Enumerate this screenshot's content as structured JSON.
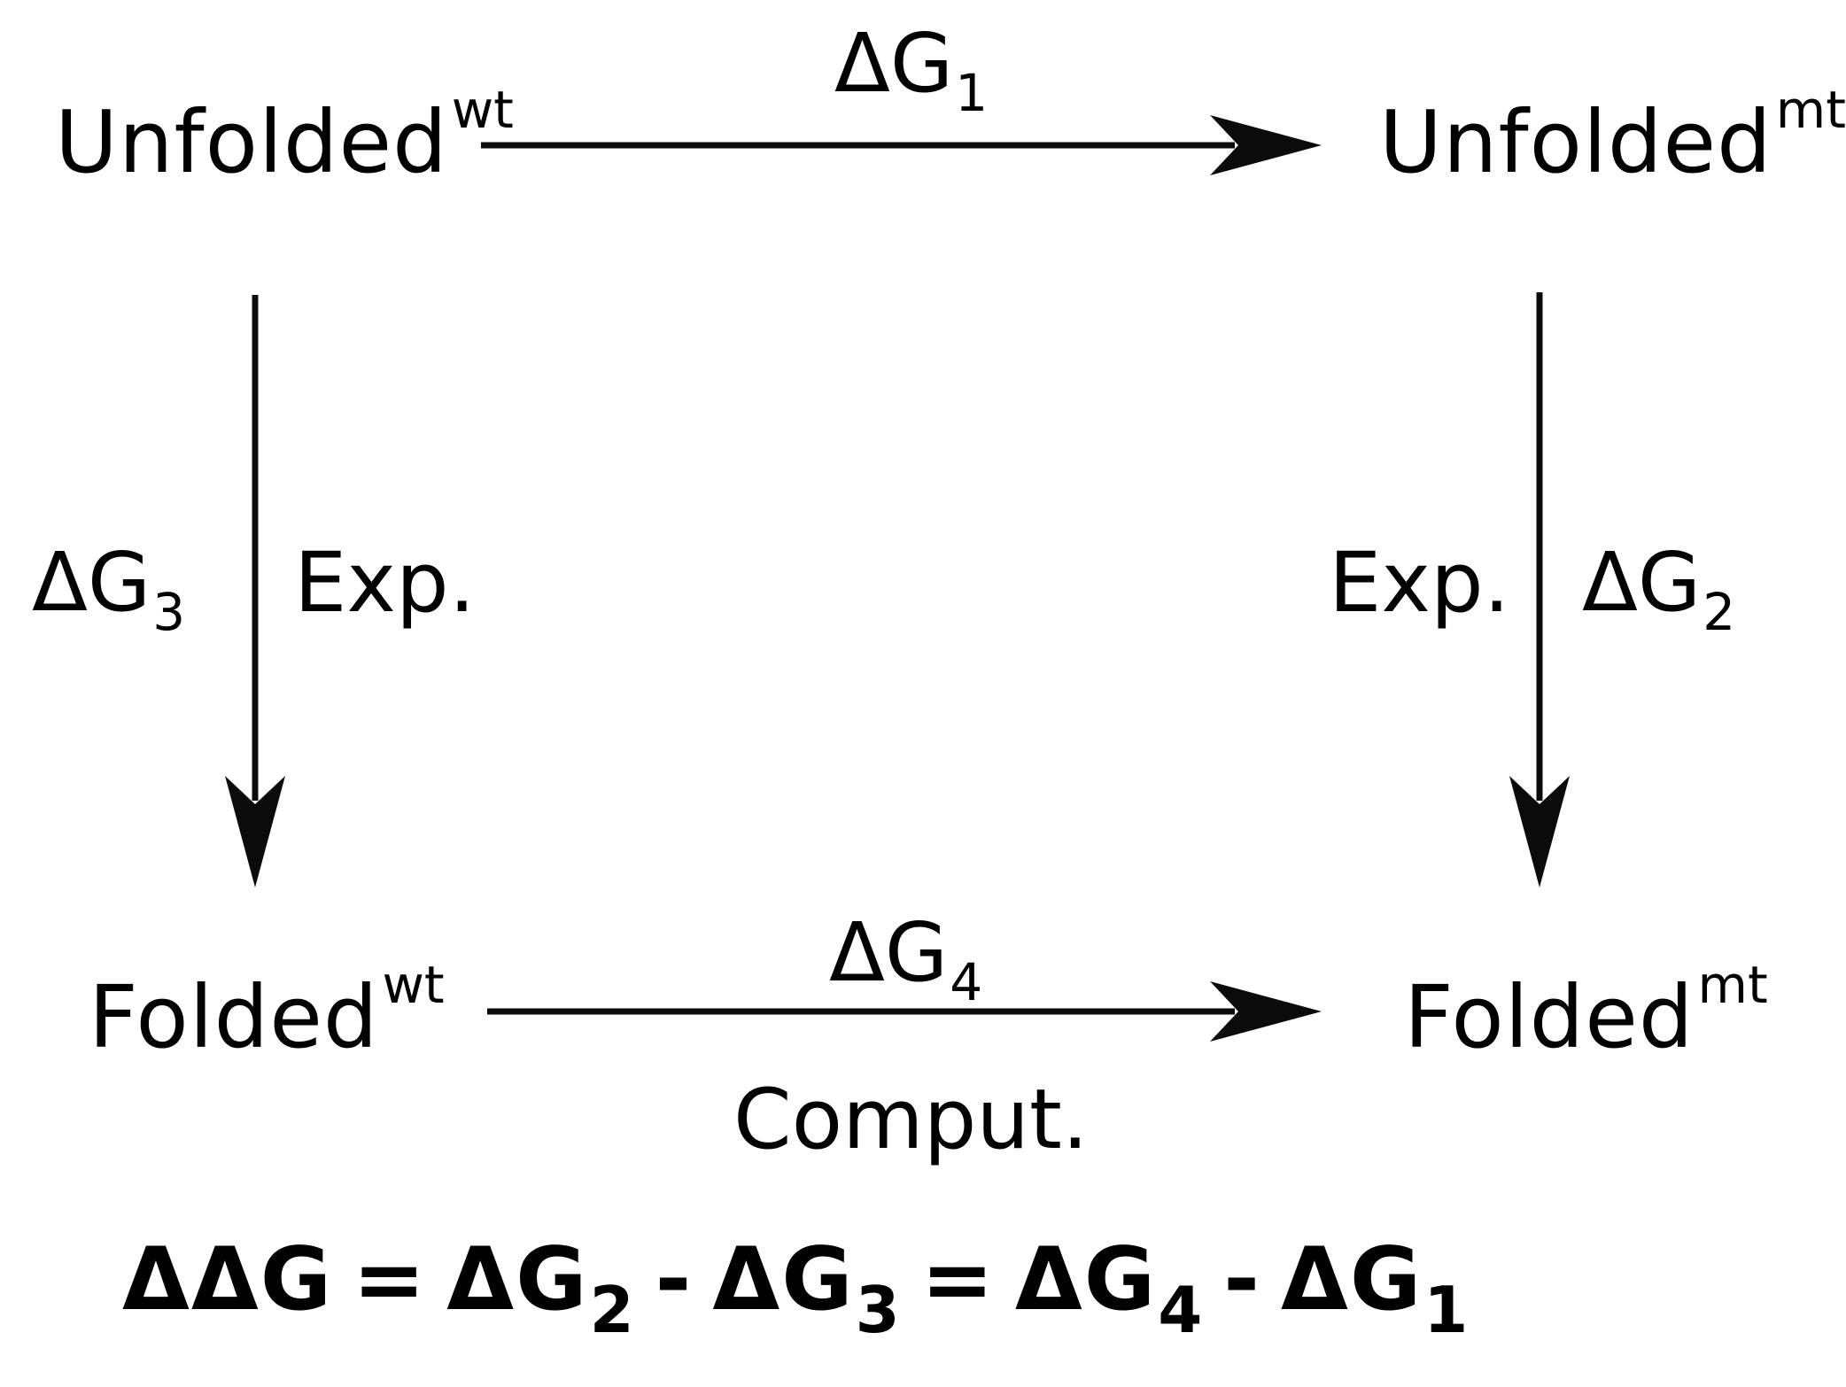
{
  "colors": {
    "background": "#ffffff",
    "ink": "#000000"
  },
  "nodes": {
    "unfolded_wt": {
      "label": "Unfolded",
      "sup": "wt"
    },
    "unfolded_mt": {
      "label": "Unfolded",
      "sup": "mt"
    },
    "folded_wt": {
      "label": "Folded",
      "sup": "wt"
    },
    "folded_mt": {
      "label": "Folded",
      "sup": "mt"
    }
  },
  "edge_labels": {
    "dg1": {
      "base": "ΔG",
      "sub": "1"
    },
    "dg2": {
      "base": "ΔG",
      "sub": "2"
    },
    "dg3": {
      "base": "ΔG",
      "sub": "3"
    },
    "dg4": {
      "base": "ΔG",
      "sub": "4"
    },
    "exp_left": "Exp.",
    "exp_right": "Exp.",
    "comput": "Comput."
  },
  "equation": {
    "lhs": "ΔΔG",
    "equals": "=",
    "minus": "-",
    "terms": [
      {
        "base": "ΔG",
        "sub": "2"
      },
      {
        "base": "ΔG",
        "sub": "3"
      },
      {
        "base": "ΔG",
        "sub": "4"
      },
      {
        "base": "ΔG",
        "sub": "1"
      }
    ]
  }
}
